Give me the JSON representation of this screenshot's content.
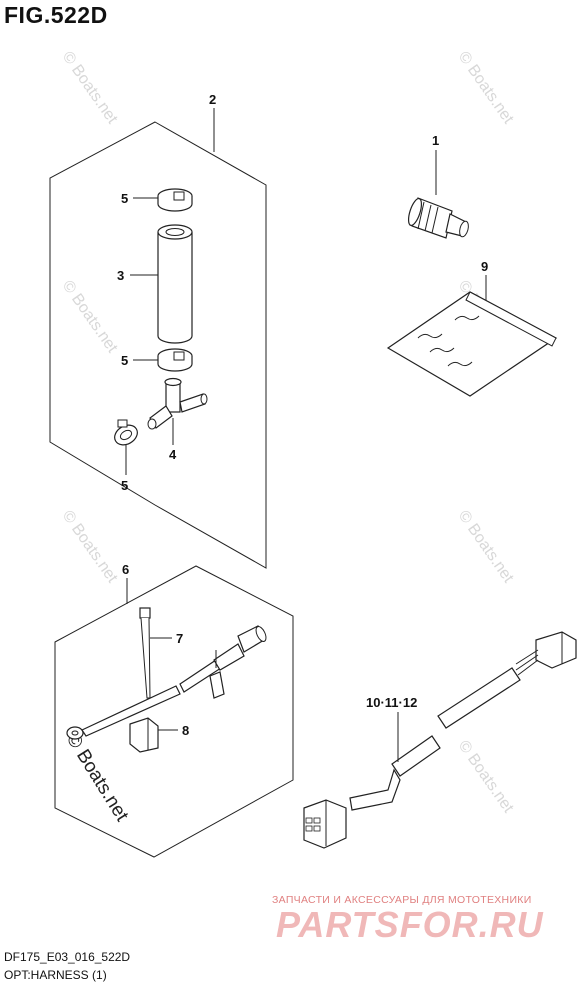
{
  "figure": {
    "title": "FIG.522D"
  },
  "callouts": {
    "c1": "1",
    "c2": "2",
    "c3": "3",
    "c4": "4",
    "c5a": "5",
    "c5b": "5",
    "c5c": "5",
    "c6": "6",
    "c7": "7",
    "c8": "8",
    "c9": "9",
    "c10": "10·11·12"
  },
  "watermark": {
    "text": "© Boats.net"
  },
  "footer": {
    "model": "DF175_E03_016_522D",
    "section": "OPT:HARNESS (1)"
  },
  "branding": {
    "tagline": "ЗАПЧАСТИ И АКСЕССУАРЫ ДЛЯ МОТОТЕХНИКИ",
    "logo": "PARTSFOR.RU"
  }
}
